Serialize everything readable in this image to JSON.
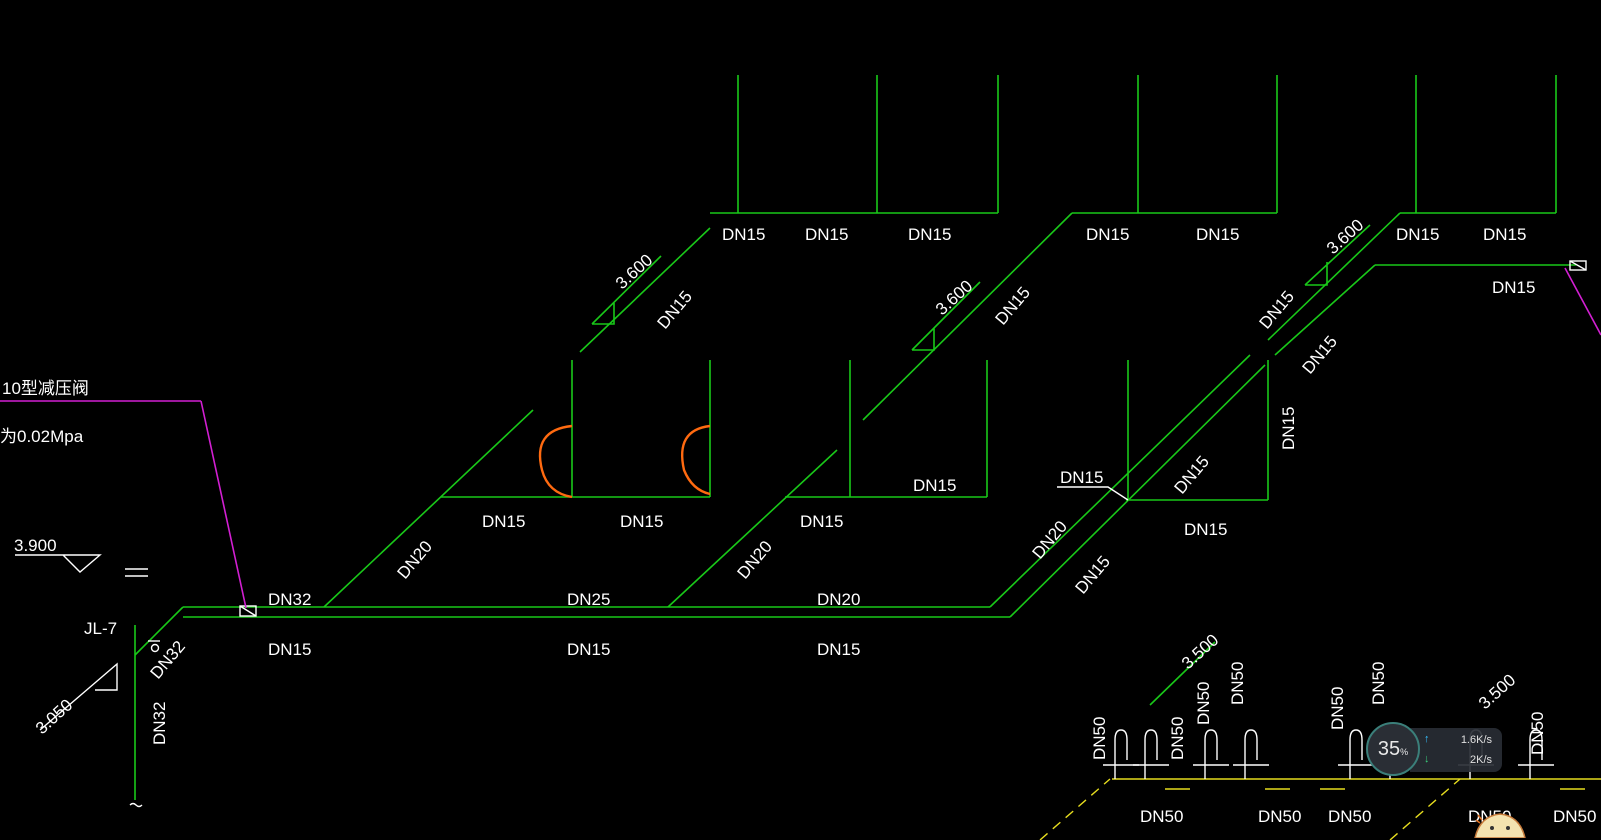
{
  "drawing": {
    "valve_note": "10型减压阀",
    "pressure_note": "为0.02Mpa",
    "riser_label": "JL-7",
    "elevation_main": "3.900",
    "elevation_low": "3.050",
    "elevation_branch": "3.600",
    "elevation_drain": "3.500",
    "pipe_sizes": {
      "dn15": "DN15",
      "dn20": "DN20",
      "dn25": "DN25",
      "dn32": "DN32",
      "dn50": "DN50"
    }
  },
  "monitor": {
    "percent": "35",
    "percent_unit": "%",
    "upload": "1.6K/s",
    "download": "2K/s"
  },
  "colors": {
    "supply": "#19c819",
    "leader": "#d21fd2",
    "drain": "#e6dc1e",
    "hose": "#ff6a10",
    "text": "#ffffff"
  }
}
